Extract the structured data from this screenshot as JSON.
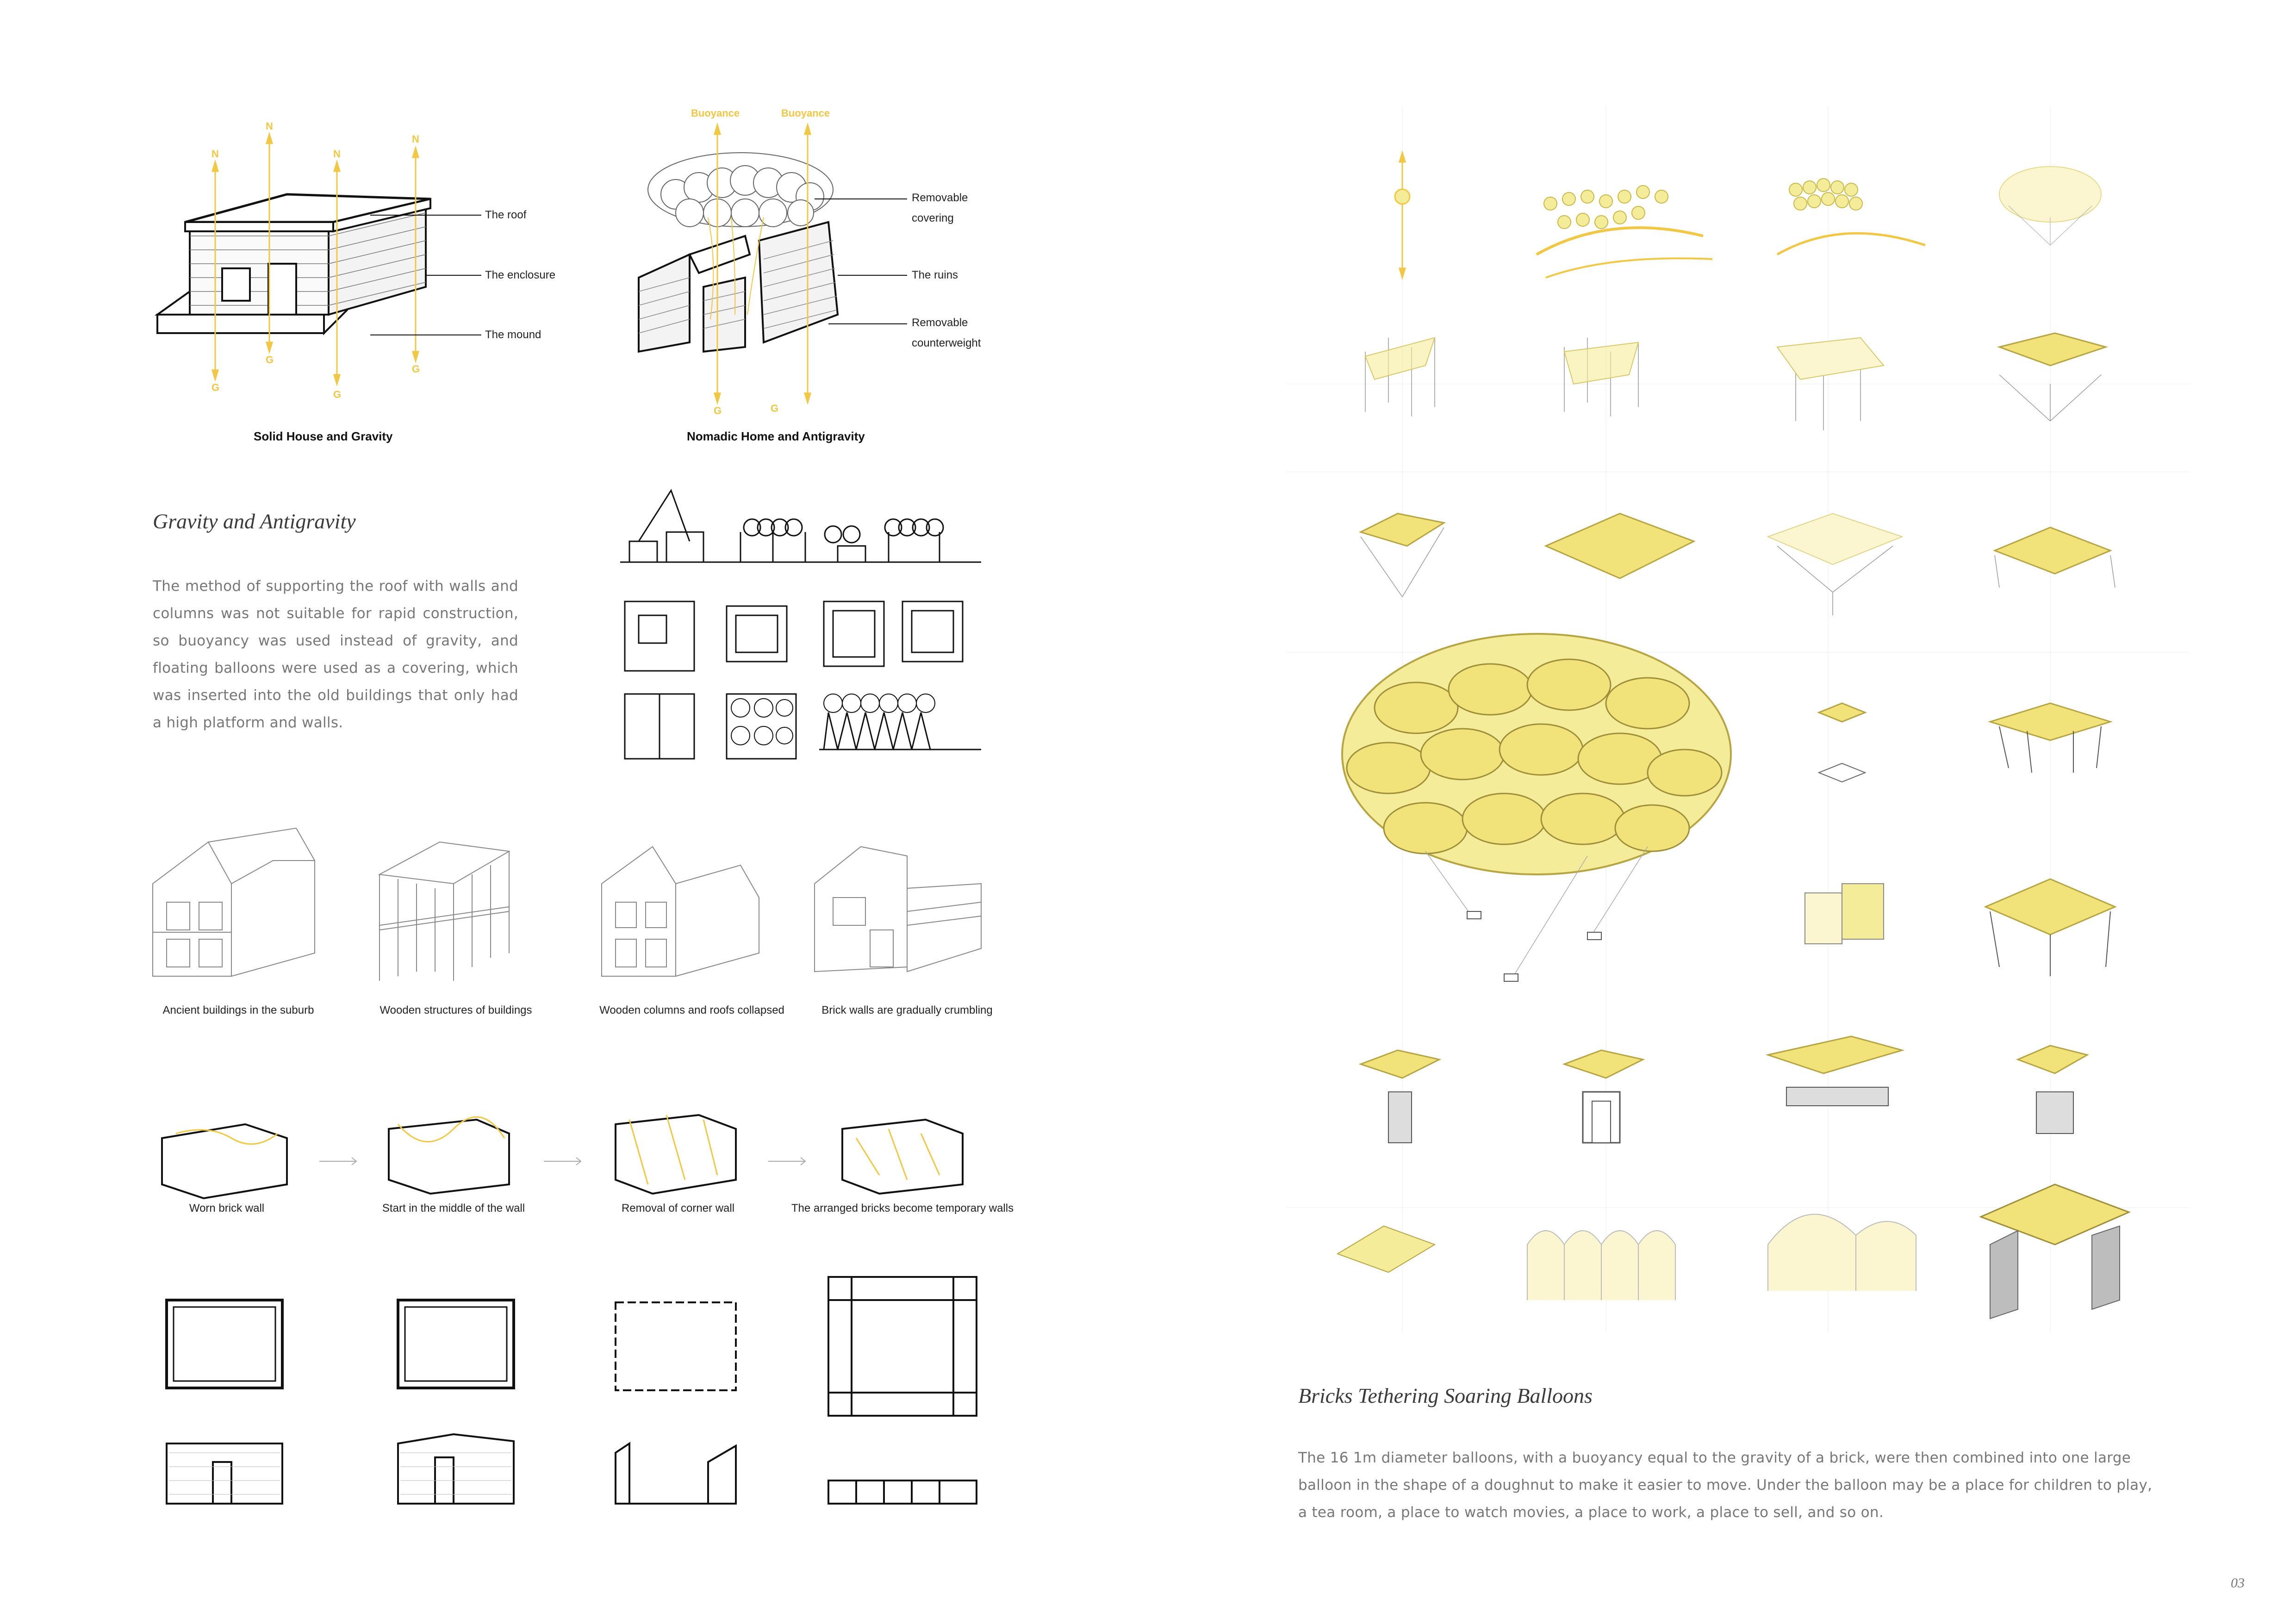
{
  "top_left": {
    "solid_house": {
      "caption": "Solid House and Gravity",
      "labels": {
        "roof": "The roof",
        "enclosure": "The enclosure",
        "mound": "The mound"
      },
      "force_up": "N",
      "force_down": "G"
    },
    "nomadic_home": {
      "caption": "Nomadic Home and Antigravity",
      "labels": {
        "covering_1": "Removable",
        "covering_2": "covering",
        "ruins": "The ruins",
        "counter_1": "Removable",
        "counter_2": "counterweight"
      },
      "buoyancy": "Buoyance",
      "force_down": "G"
    }
  },
  "gravity_section": {
    "heading": "Gravity and Antigravity",
    "paragraph": "The method of supporting the roof with walls and columns was not suitable for rapid construction, so buoyancy was used instead of gravity, and floating balloons were used as a covering, which was inserted into the old buildings that only had a high platform and walls."
  },
  "decay_sequence": {
    "captions": [
      "Ancient buildings in the suburb",
      "Wooden structures of buildings",
      "Wooden columns and roofs collapsed",
      "Brick walls are gradually crumbling"
    ]
  },
  "wall_sequence": {
    "captions": [
      "Worn brick wall",
      "Start in the middle of the wall",
      "Removal of corner wall",
      "The arranged bricks become temporary walls"
    ]
  },
  "balloon_section": {
    "heading": "Bricks Tethering Soaring Balloons",
    "paragraph": "The 16 1m diameter balloons, with a buoyancy equal to the gravity of a brick, were then combined into one large balloon in the shape of a doughnut to make it easier to move. Under the balloon may be a place for children to play, a tea room, a place to watch movies, a place to work, a place to sell, and so on."
  },
  "page_number": "03",
  "colors": {
    "accent": "#f2c744",
    "balloon_fill": "#f5ec9a",
    "text": "#777777",
    "ink": "#111111"
  }
}
